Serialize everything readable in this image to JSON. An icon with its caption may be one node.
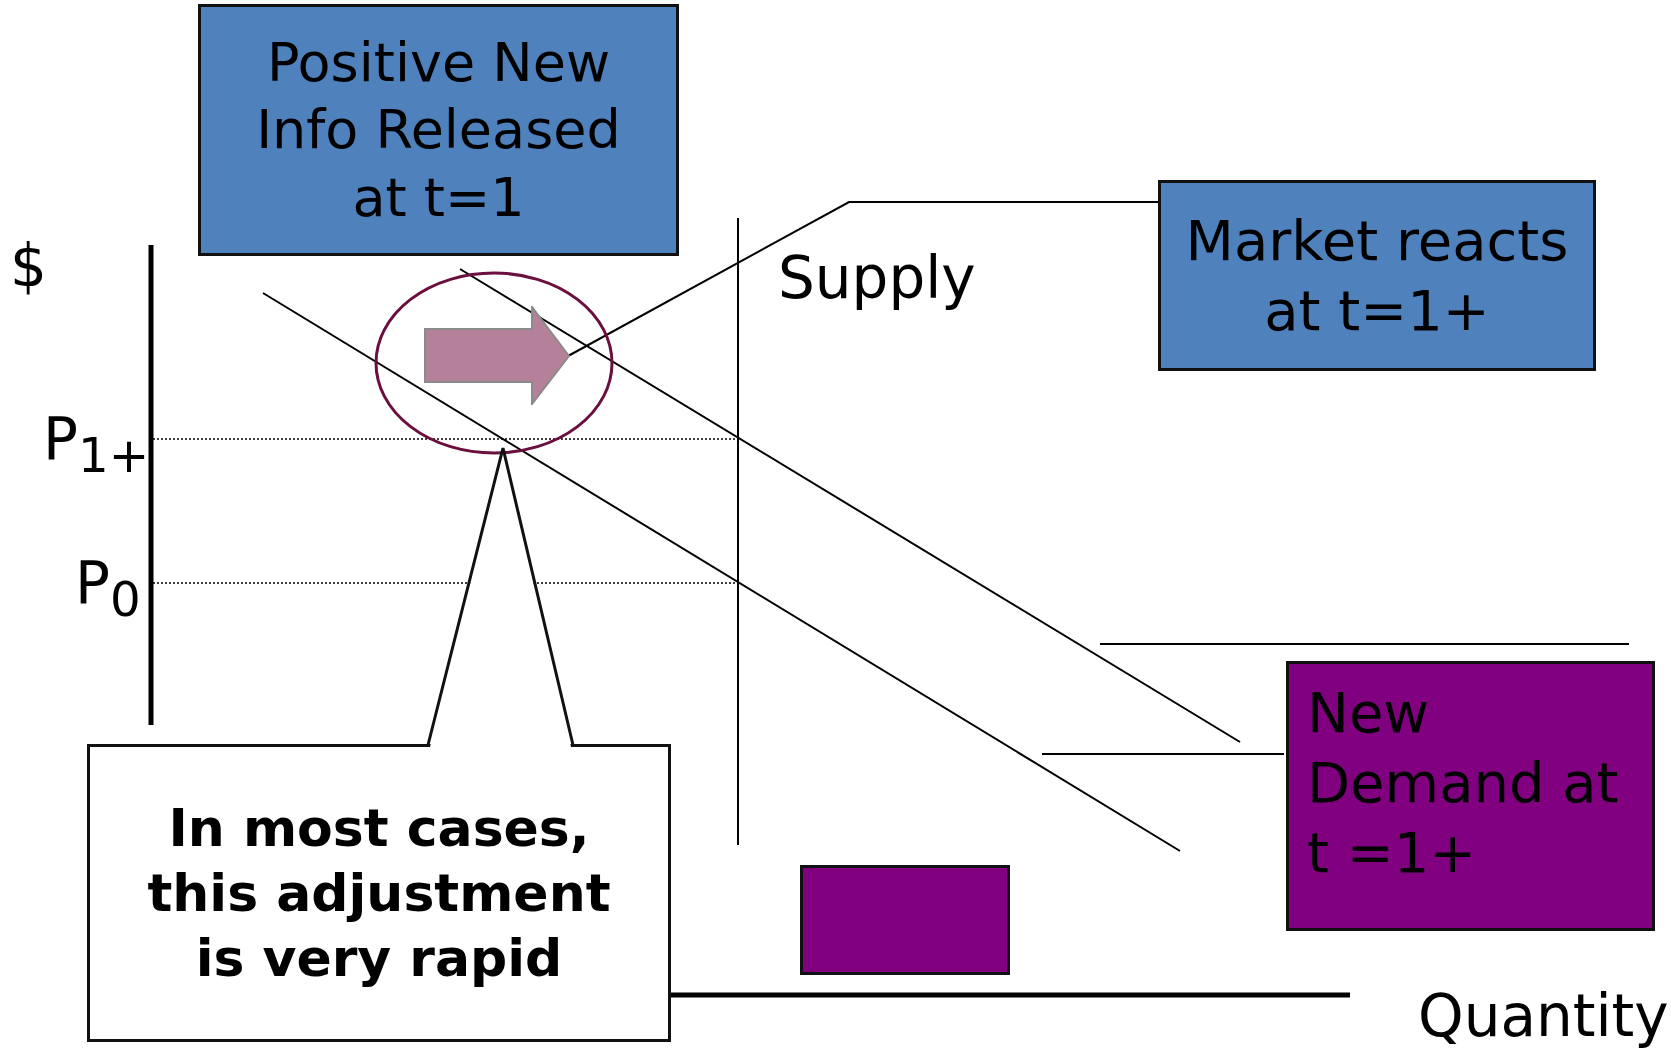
{
  "diagram": {
    "nodes": [
      {
        "text": [
          "Positive New Info Released at t=1"
        ]
      },
      {
        "text": [],
        "shape": "circle"
      },
      {
        "text": [],
        "shape": "arrow",
        "in": 1
      },
      {
        "text": [
          "Market reacts at t=1+"
        ]
      },
      {
        "text": [
          "In most cases, this adjustment is very rapid"
        ]
      },
      {
        "text": [],
        "shape": "box"
      },
      {
        "text": [
          "New Demand at t =1+"
        ]
      }
    ],
    "edges": [
      {
        "from": 3,
        "to": 2,
        "arrow": "none"
      }
    ],
    "labels": [
      "$",
      "P$_{1+}$",
      "Supply",
      "P$_{0}$",
      "Quantity"
    ]
  }
}
